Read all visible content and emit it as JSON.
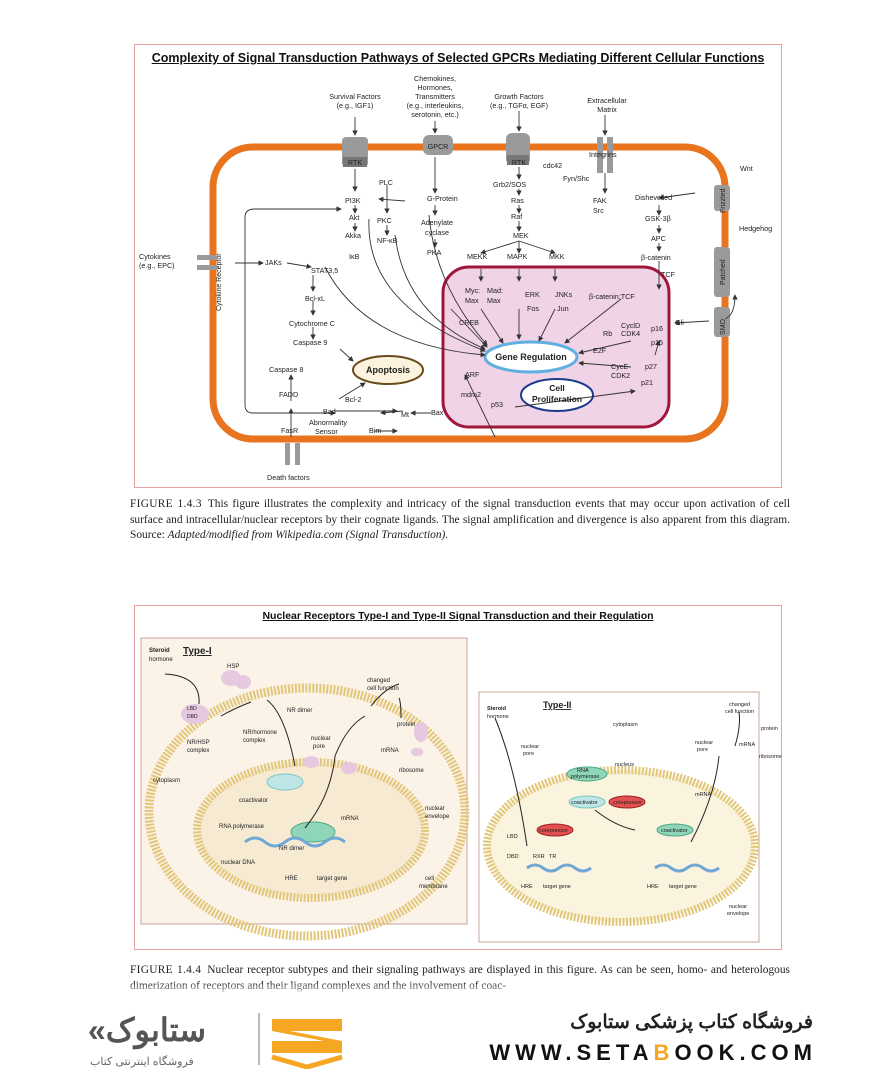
{
  "figure1": {
    "title": "Complexity of Signal Transduction Pathways of Selected GPCRs Mediating Different Cellular Functions",
    "labels": {
      "survival": "Survival Factors",
      "survival2": "(e.g., IGF1)",
      "chemo1": "Chemokines,",
      "chemo2": "Hormones,",
      "chemo3": "Transmitters",
      "chemo4": "(e.g., interleukins,",
      "chemo5": "serotonin, etc.)",
      "growth": "Growth Factors",
      "growth2": "(e.g., TGFα, EGF)",
      "ecm1": "Extracellular",
      "ecm2": "Matrix",
      "rtk": "RTK",
      "gpcr": "GPCR",
      "integrins": "Integrins",
      "cdc42": "cdc42",
      "wnt": "Wnt",
      "plc": "PLC",
      "gprotein": "G-Protein",
      "grb2": "Grb2/SOS",
      "fyn": "Fyn/Shc",
      "pi3k": "PI3K",
      "ras": "Ras",
      "fak": "FAK",
      "src": "Src",
      "dishevelled": "Dishevelled",
      "frizzled": "Frizzled",
      "akt": "Akt",
      "pkc": "PKC",
      "adenylate1": "Adenylate",
      "adenylate2": "cyclase",
      "raf": "Raf",
      "gsk": "GSK-3β",
      "hedgehog": "Hedgehog",
      "akka": "Akka",
      "nfkb": "NF-κB",
      "mek": "MEK",
      "apc": "APC",
      "cytokines1": "Cytokines",
      "cytokines2": "(e.g., EPC)",
      "cytoreceptor": "Cytokine Receptor",
      "ikb": "IκB",
      "pka": "PKA",
      "mekk": "MEKK",
      "mapk": "MAPK",
      "mkk": "MKK",
      "bcatenin": "β-catenin",
      "patched": "Patched",
      "jaks": "JAKs",
      "stat": "STAT3,5",
      "tcf": "TCF",
      "myc": "Myc:",
      "max1": "Max",
      "mad": "Mad:",
      "max2": "Max",
      "erk": "ERK",
      "fos": "Fos",
      "jnks": "JNKs",
      "jun": "Jun",
      "bcatTcf": "β-catenin:TCF",
      "bclxl": "Bcl-xL",
      "smo": "SMO",
      "gli": "Gli",
      "creb": "CREB",
      "cyclind": "CyclD",
      "cdk4": "CDK4",
      "p16": "p16",
      "rb": "Rb",
      "p15": "p15",
      "cytc": "Cytochrome C",
      "casp9": "Caspase 9",
      "generegulation": "Gene Regulation",
      "e2f": "E2F",
      "apoptosis": "Apoptosis",
      "casp8": "Caspase 8",
      "arf": "ARF",
      "cyce": "CycE",
      "p27": "p27",
      "cdk2": "CDK2",
      "p21": "p21",
      "cellprolif1": "Cell",
      "cellprolif2": "Proliferation",
      "mdm2": "mdm2",
      "fadd": "FADD",
      "bcl2": "Bcl-2",
      "bad": "Bad",
      "mt": "Mt",
      "bax": "Bax",
      "p53": "p53",
      "abn1": "Abnormality",
      "abn2": "Sensor",
      "bim": "Bim",
      "fasr": "FasR",
      "death": "Death factors"
    }
  },
  "caption1": {
    "label": "FIGURE 1.4.3",
    "text": "This figure illustrates the complexity and intricacy of the signal transduction events that may occur upon activation of cell surface and intracellular/nuclear receptors by their cognate ligands. The signal amplification and divergence is also apparent from this diagram. Source:",
    "source": "Adapted/modified from Wikipedia.com (Signal Transduction)."
  },
  "figure2": {
    "title": "Nuclear Receptors Type-I  and Type-II Signal Transduction and their Regulation",
    "type1": {
      "heading": "Type-I",
      "steroid": "Steroid",
      "hormone": "hormone",
      "hsp": "HSP",
      "lbd": "LBD",
      "dbd": "DBD",
      "nrhsp1": "NR/HSP",
      "nrhsp2": "complex",
      "nrhormone1": "NR/hormone",
      "nrhormone2": "complex",
      "nrdimer": "NR dimer",
      "changed1": "changed",
      "changed2": "cell function",
      "protein": "protein",
      "nuclearpore1": "nuclear",
      "nuclearpore2": "pore",
      "mrna": "mRNA",
      "ribosome": "ribosome",
      "cytoplasm": "cytoplasm",
      "coactivator": "coactivator",
      "rnapol": "RNA polymerase",
      "mrna2": "mRNA",
      "nuclearenv1": "nuclear",
      "nuclearenv2": "envelope",
      "nrdimer2": "NR dimer",
      "nucleardna": "nuclear DNA",
      "hre": "HRE",
      "targetgene": "target gene",
      "cellmem1": "cell",
      "cellmem2": "membrane"
    },
    "type2": {
      "heading": "Type-II",
      "steroid": "Steroid",
      "hormone": "hormone",
      "changed1": "changed",
      "changed2": "cell function",
      "protein": "protein",
      "nuclearpore1": "nuclear",
      "nuclearpore2": "pore",
      "cytoplasm": "cytoplasm",
      "nucleus": "nucleus",
      "rnapol1": "RNA",
      "rnapol2": "polymerase",
      "coactivator": "coactivator",
      "corepressor": "corepressor",
      "mrna": "mRNA",
      "ribosome": "ribosome",
      "lbd": "LBD",
      "dbd": "DBD",
      "hre": "HRE",
      "targetgene": "target gene",
      "hre2": "HRE",
      "targetgene2": "target gene",
      "nuclearenv1": "nuclear",
      "nuclearenv2": "envelope",
      "rxr": "RXR",
      "tr": "TR",
      "corepressor2": "corepressor",
      "coactivator2": "coactivator"
    }
  },
  "caption2": {
    "label": "FIGURE 1.4.4",
    "text": "Nuclear receptor subtypes and their signaling pathways are displayed in this figure. As can be seen, homo- and heterologous dimerization of receptors and their ligand complexes and the involvement of coac-"
  },
  "footer": {
    "shop_fa": "فروشگاه کتاب پزشکی ستابوک",
    "url_1": "WWW.SETA",
    "url_o": "B",
    "url_2": "OOK.COM",
    "logo_en": "«ستابوک",
    "logo_fa": "فروشگاه اینترنتی کتاب",
    "colors": {
      "accent": "#f5a623",
      "dark": "#555555"
    }
  }
}
